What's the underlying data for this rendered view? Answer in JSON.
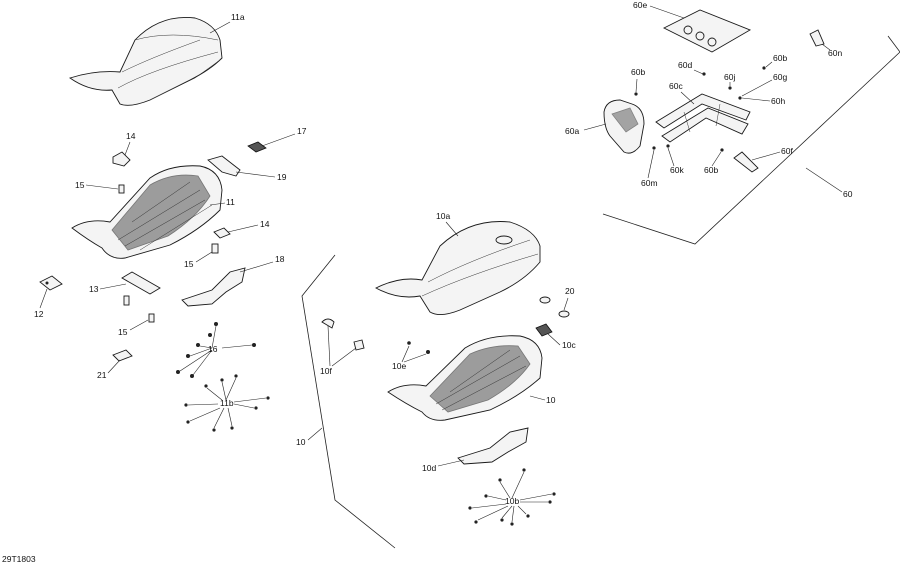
{
  "drawing_code": "29T1803",
  "callouts": {
    "c11a": "11a",
    "c17": "17",
    "c14a": "14",
    "c19": "19",
    "c15a": "15",
    "c11": "11",
    "c14b": "14",
    "c15b": "15",
    "c18": "18",
    "c12": "12",
    "c13": "13",
    "c15c": "15",
    "c16": "16",
    "c21": "21",
    "c11b": "11b",
    "c10a": "10a",
    "c20": "20",
    "c10c": "10c",
    "c10f": "10f",
    "c10e": "10e",
    "c10": "10",
    "c10d": "10d",
    "c10b": "10b",
    "c10g": "10",
    "c60e": "60e",
    "c60n": "60n",
    "c60d": "60d",
    "c60b1": "60b",
    "c60b2": "60b",
    "c60j": "60j",
    "c60g": "60g",
    "c60c": "60c",
    "c60h": "60h",
    "c60a": "60a",
    "c60f": "60f",
    "c60m": "60m",
    "c60k": "60k",
    "c60b3": "60b",
    "c60": "60"
  }
}
